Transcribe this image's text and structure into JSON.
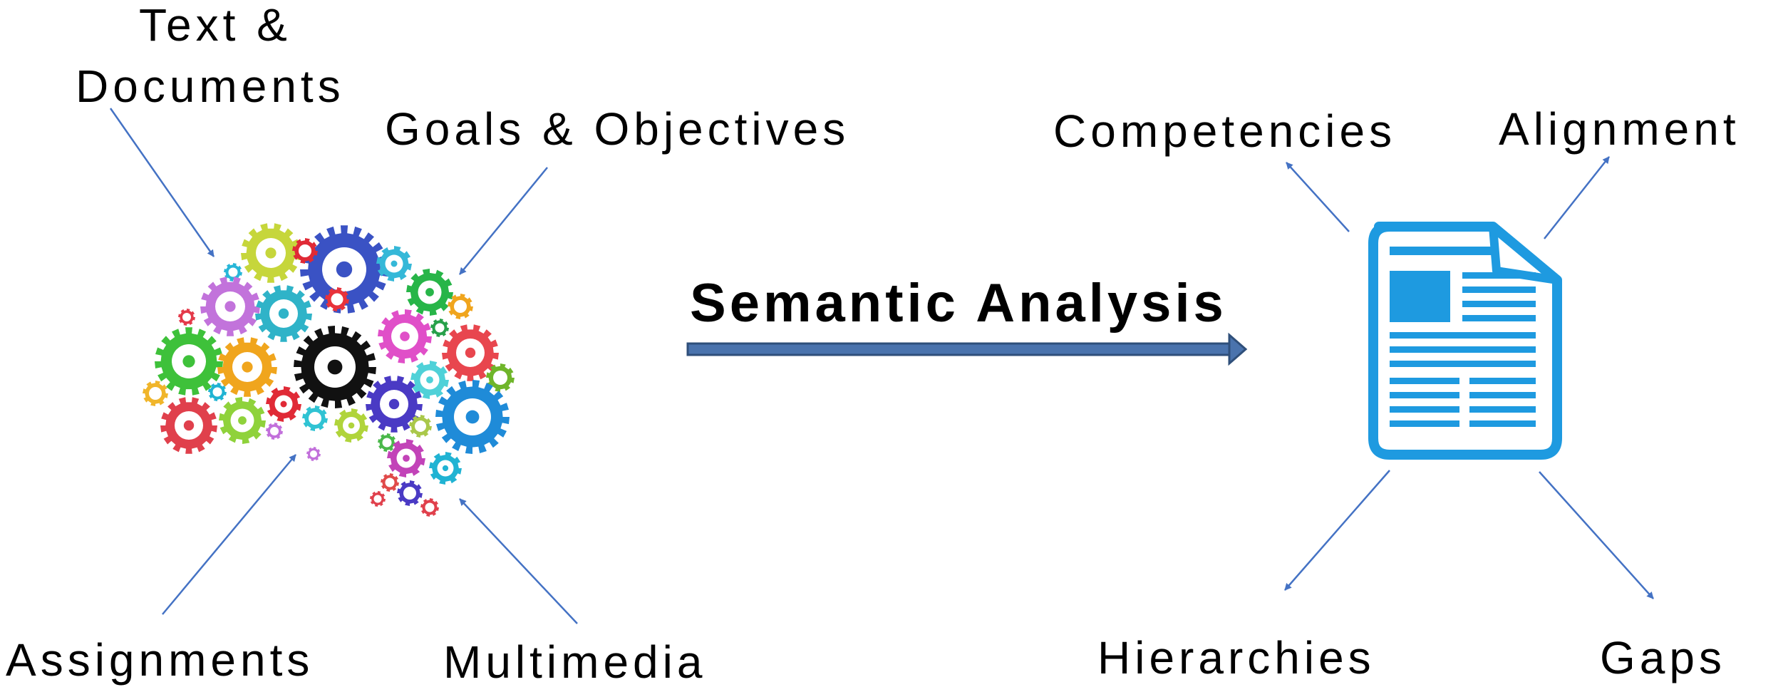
{
  "inputs": {
    "text_documents_line1": "Text &",
    "text_documents_line2": "Documents",
    "goals_objectives": "Goals & Objectives",
    "assignments": "Assignments",
    "multimedia": "Multimedia"
  },
  "process": {
    "label": "Semantic Analysis"
  },
  "outputs": {
    "competencies": "Competencies",
    "alignment": "Alignment",
    "hierarchies": "Hierarchies",
    "gaps": "Gaps"
  },
  "colors": {
    "arrow": "#4472c4",
    "main_arrow": "#3a5a8c",
    "document": "#1e9ae0",
    "text": "#000000"
  },
  "icons": {
    "brain": "gear-brain-icon",
    "document": "document-icon"
  }
}
